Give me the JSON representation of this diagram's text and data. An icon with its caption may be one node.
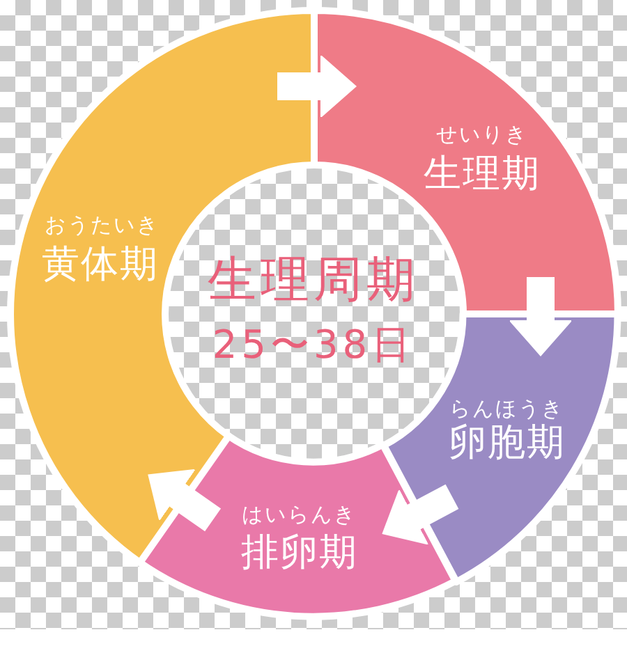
{
  "diagram": {
    "nodes": [
      {
        "text": [
          "せいりき",
          "生理期"
        ]
      },
      {
        "text": [
          "らんほうき",
          "卵胞期"
        ]
      },
      {
        "text": [
          "はいらんき",
          "排卵期"
        ]
      },
      {
        "text": [
          "おうたいき",
          "黄体期"
        ]
      }
    ],
    "edges": [
      {
        "from": 3,
        "to": 0,
        "arrow": "to"
      },
      {
        "from": 0,
        "to": 1,
        "arrow": "to"
      },
      {
        "from": 1,
        "to": 2,
        "arrow": "to"
      },
      {
        "from": 2,
        "to": 3,
        "arrow": "to"
      }
    ],
    "labels": [
      "生理周期",
      "25〜38日"
    ]
  }
}
